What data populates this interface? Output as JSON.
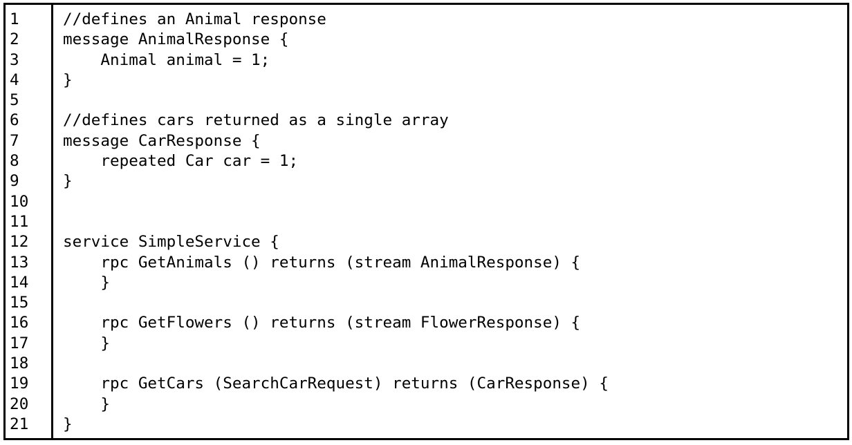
{
  "listing": {
    "language": "protobuf",
    "border_color": "#000000",
    "text_color": "#000000",
    "background_color": "#ffffff",
    "gutter_divider_color": "#000000",
    "line_numbers": [
      "1",
      "2",
      "3",
      "4",
      "5",
      "6",
      "7",
      "8",
      "9",
      "10",
      "11",
      "12",
      "13",
      "14",
      "15",
      "16",
      "17",
      "18",
      "19",
      "20",
      "21"
    ],
    "lines": [
      "//defines an Animal response",
      "message AnimalResponse {",
      "    Animal animal = 1;",
      "}",
      "",
      "//defines cars returned as a single array",
      "message CarResponse {",
      "    repeated Car car = 1;",
      "}",
      "",
      "",
      "service SimpleService {",
      "    rpc GetAnimals () returns (stream AnimalResponse) {",
      "    }",
      "",
      "    rpc GetFlowers () returns (stream FlowerResponse) {",
      "    }",
      "",
      "    rpc GetCars (SearchCarRequest) returns (CarResponse) {",
      "    }",
      "}"
    ]
  }
}
